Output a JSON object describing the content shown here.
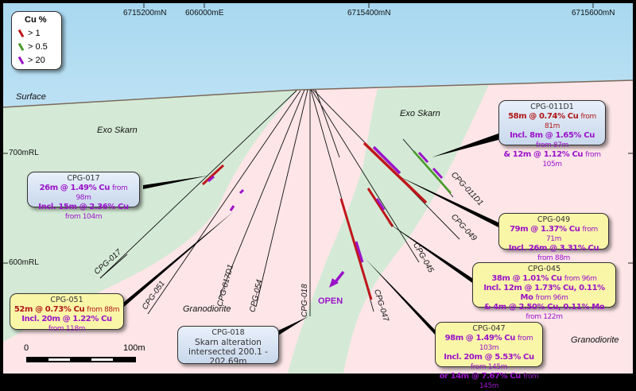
{
  "legend": {
    "title": "Cu %",
    "items": [
      {
        "label": "> 1",
        "color": "#c0161a"
      },
      {
        "label": "> 0.5",
        "color": "#4a9a2a"
      },
      {
        "label": "> 20",
        "color": "#9b12c9"
      }
    ]
  },
  "coordinates": {
    "top_ticks": [
      "6715200mN",
      "606000mE",
      "6715400mN",
      "6715600mN"
    ],
    "rl_ticks": [
      "700mRL",
      "600mRL"
    ]
  },
  "labels": {
    "surface": "Surface",
    "exo_skarn_left": "Exo Skarn",
    "exo_skarn_right": "Exo Skarn",
    "granodiorite_left": "Granodiorite",
    "granodiorite_right": "Granodiorite",
    "open": "OPEN"
  },
  "holes": [
    "CPG-017",
    "CPG-051",
    "CPG-017D1",
    "CPG-054",
    "CPG-018",
    "CPG-047",
    "CPG-045",
    "CPG-049",
    "CPG-011D1"
  ],
  "callouts": {
    "cpg011d1": {
      "title": "CPG-011D1",
      "lines": [
        {
          "main": "58m @ 0.74% Cu",
          "from": "from 81m",
          "color": "red"
        },
        {
          "main": "Incl. 8m @ 1.65% Cu",
          "from": "from 87m",
          "color": "purple"
        },
        {
          "main": "& 12m @ 1.12% Cu",
          "from": "from 105m",
          "color": "purple"
        }
      ]
    },
    "cpg017": {
      "title": "CPG-017",
      "lines": [
        {
          "main": "26m @ 1.49% Cu",
          "from": "from 98m",
          "color": "purple"
        },
        {
          "main": "Incl. 15m @ 2.36% Cu",
          "from": "from 104m",
          "color": "purple"
        }
      ]
    },
    "cpg049": {
      "title": "CPG-049",
      "lines": [
        {
          "main": "79m @ 1.37% Cu",
          "from": "from 71m",
          "color": "purple"
        },
        {
          "main": "Incl. 26m @ 3.31% Cu",
          "from": "from 88m",
          "color": "purple"
        }
      ]
    },
    "cpg045": {
      "title": "CPG-045",
      "lines": [
        {
          "main": "38m @ 1.01% Cu",
          "from": "from 96m",
          "color": "purple"
        },
        {
          "main": "Incl. 12m @ 1.73% Cu, 0.11% Mo",
          "from": "from 96m",
          "color": "purple"
        },
        {
          "main": "& 4m @ 2.50% Cu, 0.11% Mo",
          "from": "from 122m",
          "color": "purple"
        }
      ]
    },
    "cpg051": {
      "title": "CPG-051",
      "lines": [
        {
          "main": "52m @ 0.73% Cu",
          "from": "from 88m",
          "color": "red"
        },
        {
          "main": "Incl. 20m @ 1.22% Cu",
          "from": "from 118m",
          "color": "purple"
        }
      ]
    },
    "cpg047": {
      "title": "CPG-047",
      "lines": [
        {
          "main": "98m @ 1.49% Cu",
          "from": "from 103m",
          "color": "purple"
        },
        {
          "main": "Incl. 20m @ 5.53% Cu",
          "from": "from 145m",
          "color": "purple"
        },
        {
          "main": "or 14m @ 7.67% Cu",
          "from": "from 145m",
          "color": "purple"
        }
      ]
    },
    "cpg018": {
      "title": "CPG-018",
      "text": [
        "Skarn alteration",
        "intersected 200.1 - 202.69m"
      ]
    }
  },
  "scale_bar": {
    "start": "0",
    "end": "100m"
  },
  "colors": {
    "sky_top": "#a8d8f0",
    "sky_bottom": "#eef6fb",
    "skarn_green": "#d4ead6",
    "granodiorite_pink": "#fde3e6",
    "intercept_red": "#c0161a",
    "intercept_green": "#4a9a2a",
    "intercept_purple": "#9b12c9"
  }
}
